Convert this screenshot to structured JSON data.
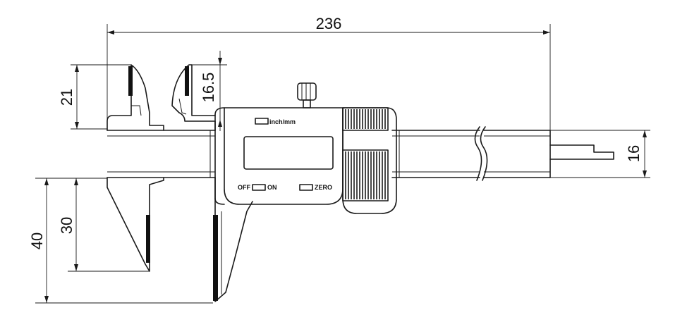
{
  "dimensions": {
    "overall_length": "236",
    "outer_jaw_depth": "40",
    "inner_jaw_depth": "30",
    "upper_jaw_height": "21",
    "upper_jaw_inner_height": "16.5",
    "beam_width": "16"
  },
  "labels": {
    "unit_toggle": "inch/mm",
    "power_off": "OFF",
    "power_on": "ON",
    "zero": "ZERO"
  }
}
